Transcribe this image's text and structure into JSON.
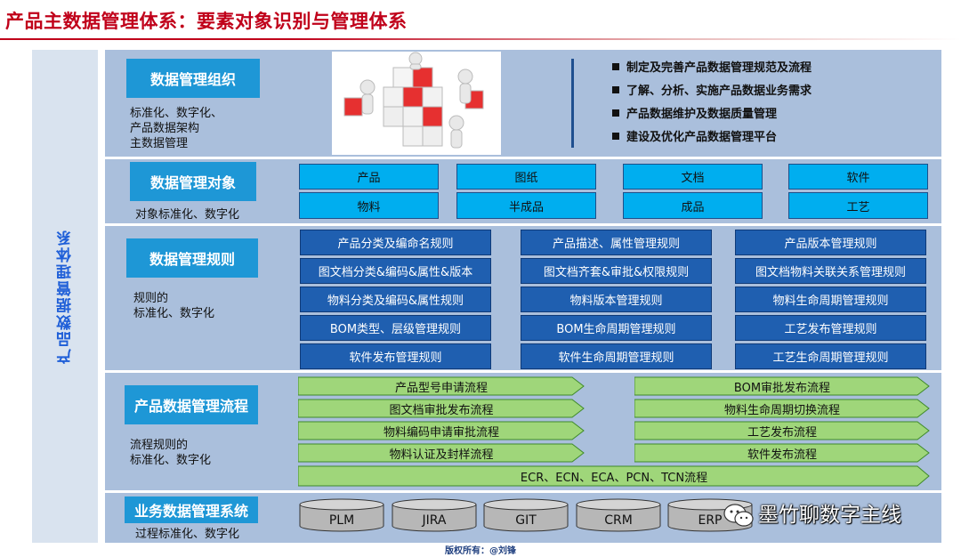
{
  "title": "产品主数据管理体系：要素对象识别与管理体系",
  "side_title": "产品数据管理体系",
  "colors": {
    "title": "#c0001a",
    "label_bg": "#1e97d6",
    "row_bg": "#aabfdc",
    "cyan_box": "#00aeef",
    "navy_box": "#1f5fb0",
    "arrow": "#9fd67a"
  },
  "org": {
    "label": "数据管理组织",
    "desc": [
      "标准化、数字化、",
      "产品数据架构",
      "主数据管理"
    ],
    "bullets": [
      "制定及完善产品数据管理规范及流程",
      "了解、分析、实施产品数据业务需求",
      "产品数据维护及数据质量管理",
      "建设及优化产品数据管理平台"
    ]
  },
  "objects": {
    "label": "数据管理对象",
    "desc": "对象标准化、数字化",
    "items": [
      "产品",
      "图纸",
      "文档",
      "软件",
      "物料",
      "半成品",
      "成品",
      "工艺"
    ]
  },
  "rules": {
    "label": "数据管理规则",
    "desc": [
      "规则的",
      "标准化、数字化"
    ],
    "col1": [
      "产品分类及编命名规则",
      "图文档分类&编码&属性&版本",
      "物料分类及编码&属性规则",
      "BOM类型、层级管理规则",
      "软件发布管理规则"
    ],
    "col2": [
      "产品描述、属性管理规则",
      "图文档齐套&审批&权限规则",
      "物料版本管理规则",
      "BOM生命周期管理规则",
      "软件生命周期管理规则"
    ],
    "col3": [
      "产品版本管理规则",
      "图文档物料关联关系管理规则",
      "物料生命周期管理规则",
      "工艺发布管理规则",
      "工艺生命周期管理规则"
    ]
  },
  "process": {
    "label": "产品数据管理流程",
    "desc": [
      "流程规则的",
      "标准化、数字化"
    ],
    "left": [
      "产品型号申请流程",
      "图文档审批发布流程",
      "物料编码申请审批流程",
      "物料认证及封样流程"
    ],
    "right": [
      "BOM审批发布流程",
      "物料生命周期切换流程",
      "工艺发布流程",
      "软件发布流程"
    ],
    "full": "ECR、ECN、ECA、PCN、TCN流程"
  },
  "systems": {
    "label": "业务数据管理系统",
    "desc": "过程标准化、数字化",
    "items": [
      "PLM",
      "JIRA",
      "GIT",
      "CRM",
      "ERP"
    ]
  },
  "watermark": "墨竹聊数字主线",
  "copyright": "版权所有：@刘锋"
}
